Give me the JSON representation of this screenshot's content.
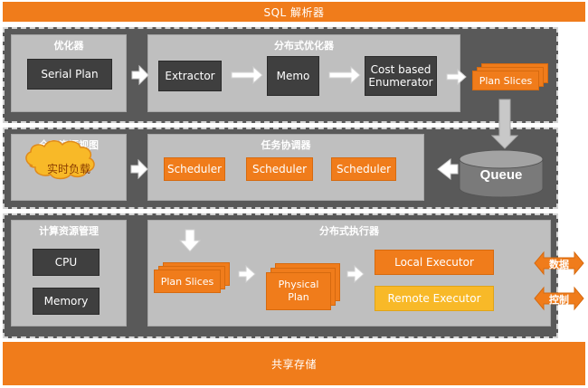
{
  "top_bar": {
    "label": "SQL 解析器"
  },
  "bottom_bar": {
    "label": "共享存储"
  },
  "optimizer": {
    "title": "优化器",
    "serial_plan": "Serial Plan"
  },
  "dist_optimizer": {
    "title": "分布式优化器",
    "extractor": "Extractor",
    "memo": "Memo",
    "enumerator_line1": "Cost based",
    "enumerator_line2": "Enumerator"
  },
  "plan_slices_top": "Plan Slices",
  "global_view": {
    "title": "全局资源视图",
    "realtime_load": "实时负载"
  },
  "coordinator": {
    "title": "任务协调器",
    "schedulers": [
      "Scheduler",
      "Scheduler",
      "Scheduler"
    ]
  },
  "queue": "Queue",
  "resource_mgmt": {
    "title": "计算资源管理",
    "cpu": "CPU",
    "memory": "Memory"
  },
  "dist_executor": {
    "title": "分布式执行器",
    "plan_slices": "Plan Slices",
    "physical_line1": "Physical",
    "physical_line2": "Plan",
    "local_executor": "Local Executor",
    "remote_executor": "Remote Executor"
  },
  "side_tags": {
    "data": "数据",
    "control": "控制"
  },
  "colors": {
    "orange": "#f07c1b",
    "yellow": "#f8b928",
    "dark_gray": "#595959",
    "light_gray": "#bfbfbf",
    "box_dark": "#3f3f3f"
  }
}
